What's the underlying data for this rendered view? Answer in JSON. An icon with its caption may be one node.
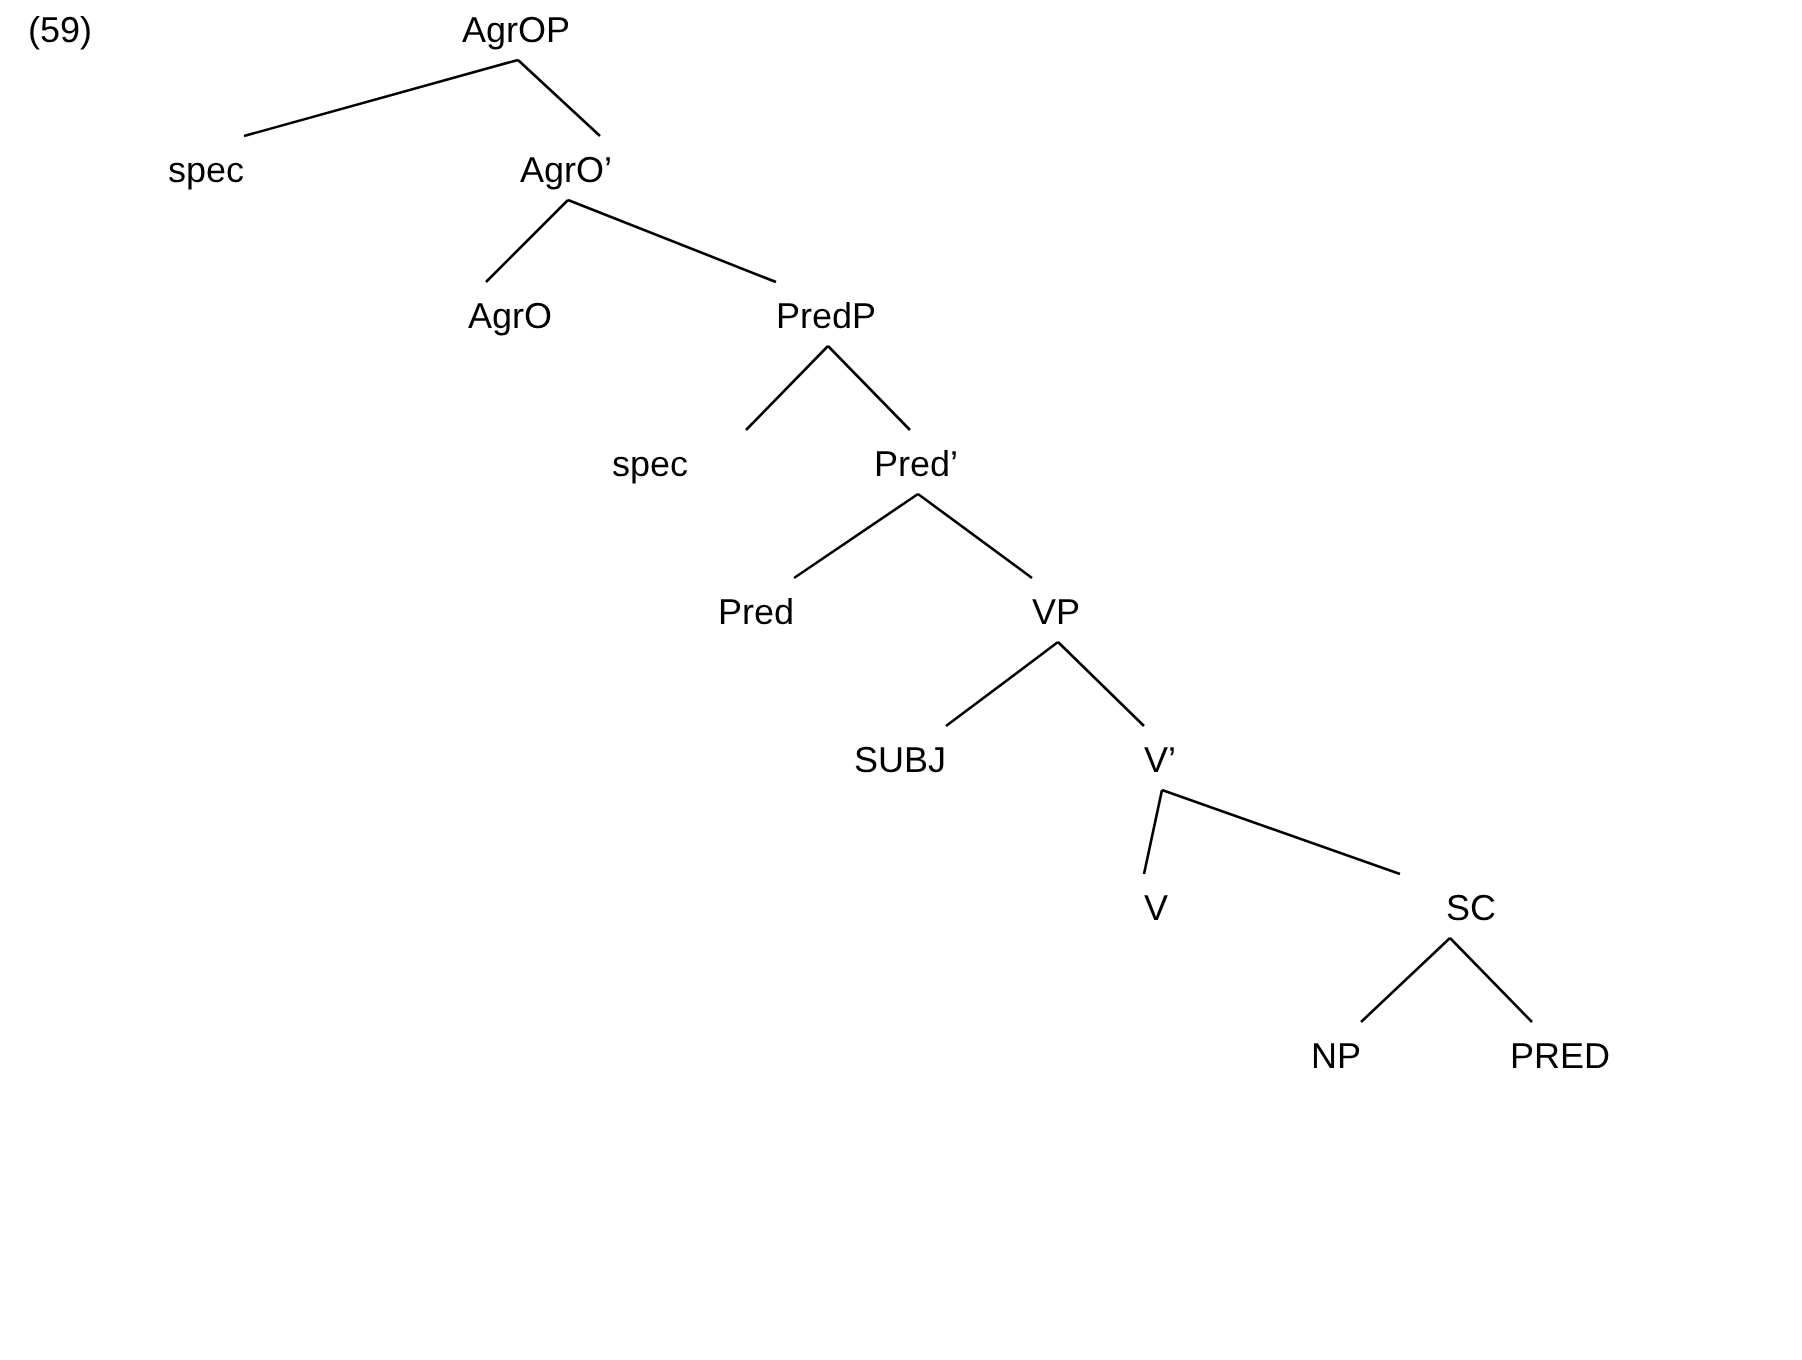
{
  "diagram": {
    "nodes": [
      {
        "text": [
          "AgrOP"
        ]
      },
      {
        "text": [
          "spec"
        ]
      },
      {
        "text": [
          "AgrO’"
        ]
      },
      {
        "text": [
          "AgrO"
        ]
      },
      {
        "text": [
          "PredP"
        ]
      },
      {
        "text": [
          "spec"
        ]
      },
      {
        "text": [
          "Pred’"
        ]
      },
      {
        "text": [
          "Pred"
        ]
      },
      {
        "text": [
          "VP"
        ]
      },
      {
        "text": [
          "SUBJ"
        ]
      },
      {
        "text": [
          "V’"
        ]
      },
      {
        "text": [
          "V"
        ]
      },
      {
        "text": [
          "SC"
        ]
      },
      {
        "text": [
          "NP"
        ]
      },
      {
        "text": [
          "PRED"
        ]
      }
    ],
    "edges": [
      {
        "from": 0,
        "to": 1,
        "arrow": "none"
      },
      {
        "from": 0,
        "to": 2,
        "arrow": "none"
      },
      {
        "from": 2,
        "to": 3,
        "arrow": "none"
      },
      {
        "from": 2,
        "to": 4,
        "arrow": "none"
      },
      {
        "from": 4,
        "to": 5,
        "arrow": "none"
      },
      {
        "from": 4,
        "to": 6,
        "arrow": "none"
      },
      {
        "from": 6,
        "to": 7,
        "arrow": "none"
      },
      {
        "from": 6,
        "to": 8,
        "arrow": "none"
      },
      {
        "from": 8,
        "to": 9,
        "arrow": "none"
      },
      {
        "from": 8,
        "to": 10,
        "arrow": "none"
      },
      {
        "from": 10,
        "to": 11,
        "arrow": "none"
      },
      {
        "from": 10,
        "to": 12,
        "arrow": "none"
      },
      {
        "from": 12,
        "to": 13,
        "arrow": "none"
      },
      {
        "from": 12,
        "to": 14,
        "arrow": "none"
      }
    ],
    "labels": [
      "(59)"
    ]
  }
}
